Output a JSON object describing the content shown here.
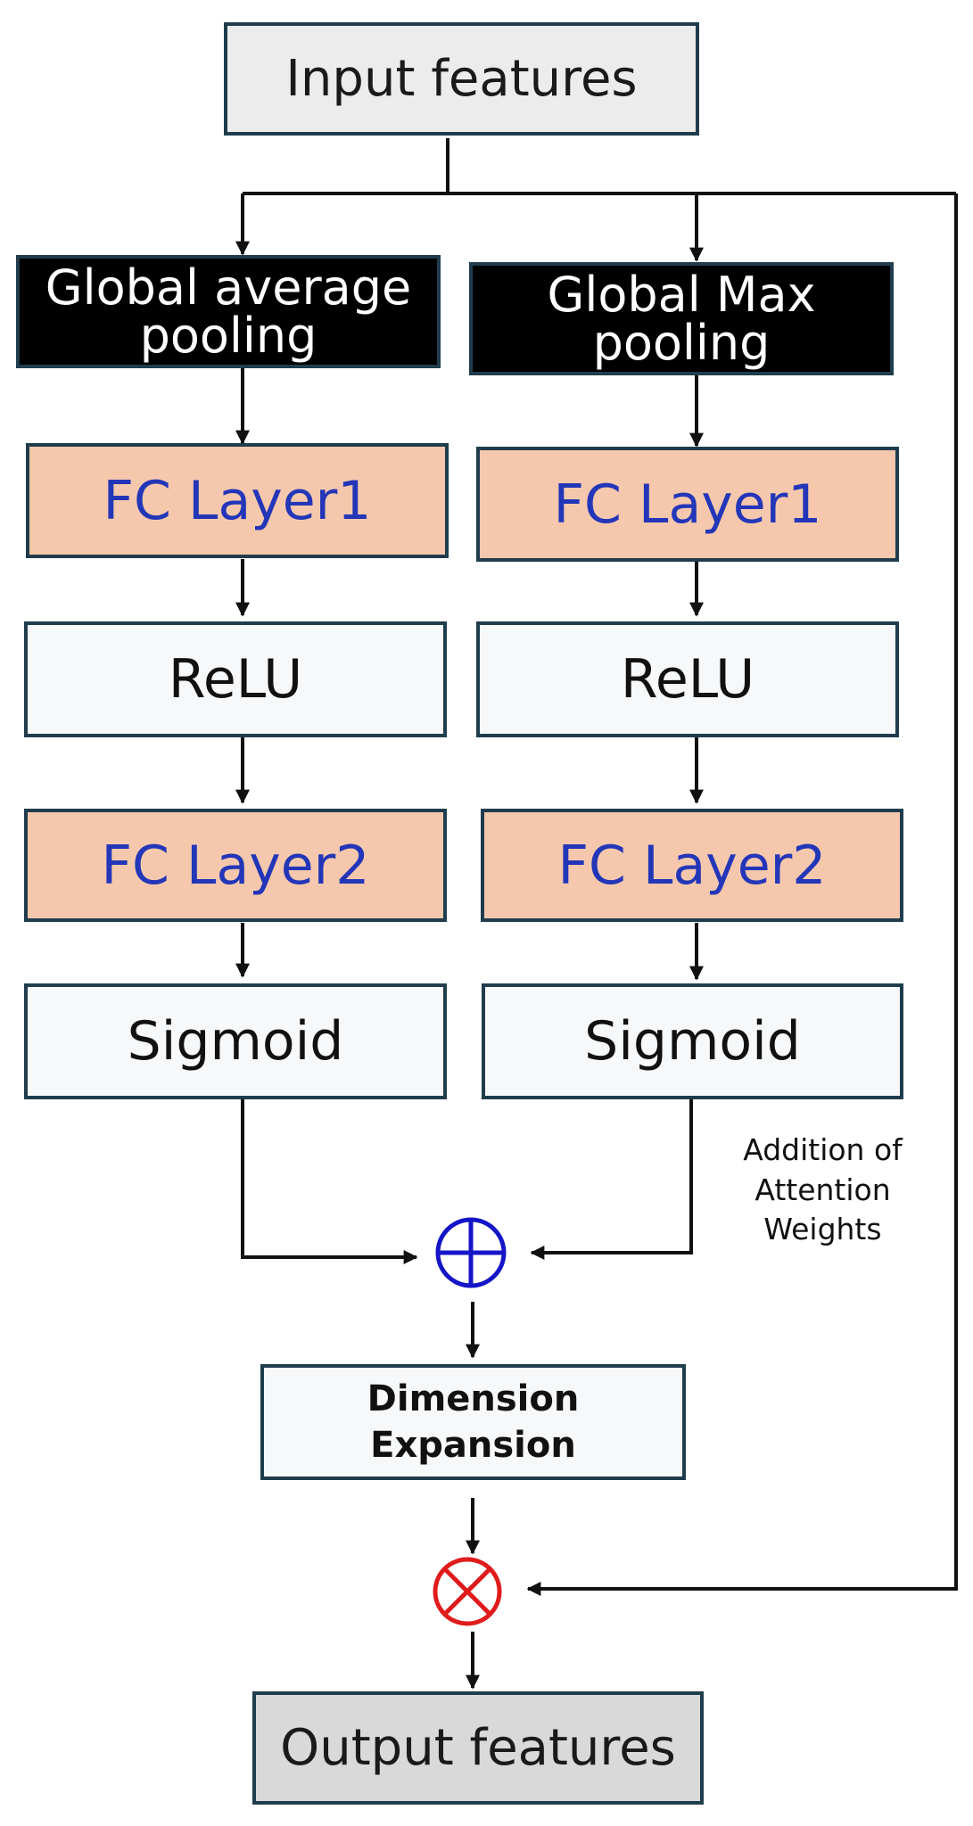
{
  "nodes": {
    "input": "Input features",
    "gap_line1": "Global average",
    "gap_line2": "pooling",
    "gmp_line1": "Global Max",
    "gmp_line2": "pooling",
    "left_fc1": "FC Layer1",
    "right_fc1": "FC Layer1",
    "left_relu": "ReLU",
    "right_relu": "ReLU",
    "left_fc2": "FC Layer2",
    "right_fc2": "FC Layer2",
    "left_sigmoid": "Sigmoid",
    "right_sigmoid": "Sigmoid",
    "expansion_line1": "Dimension",
    "expansion_line2": "Expansion",
    "output": "Output features"
  },
  "annotation": {
    "line1": "Addition of",
    "line2": "Attention",
    "line3": "Weights"
  },
  "operators": {
    "add_color": "#1515c8",
    "multiply_color": "#e01b1b"
  }
}
